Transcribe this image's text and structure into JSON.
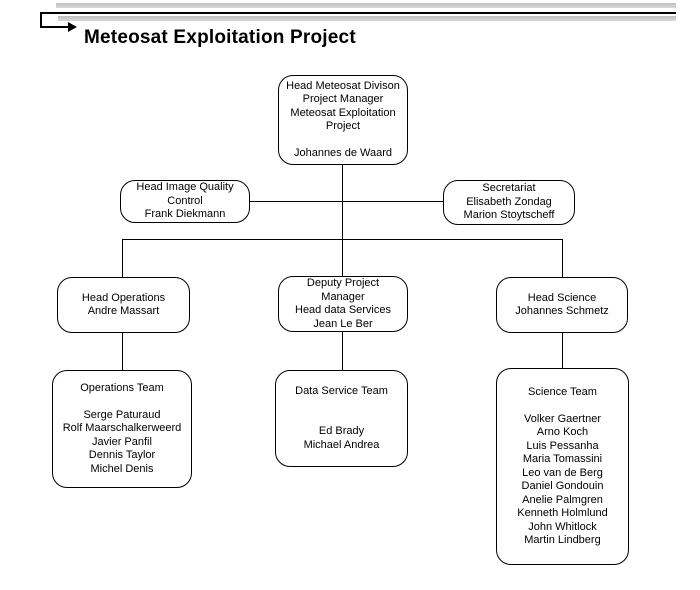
{
  "page": {
    "title": "Meteosat Exploitation Project",
    "colors": {
      "background": "#ffffff",
      "line": "#000000",
      "top_rule_gray": "#c6c6c6"
    },
    "decorations": {
      "return_arrow_icon": "return-arrow"
    }
  },
  "org_chart": {
    "nodes": {
      "project_manager": {
        "lines": [
          "Head Meteosat Divison",
          "Project Manager",
          "Meteosat Exploitation",
          "Project",
          "",
          "Johannes de Waard"
        ]
      },
      "image_quality": {
        "lines": [
          "Head Image Quality",
          "Control",
          "Frank Diekmann"
        ]
      },
      "secretariat": {
        "lines": [
          "Secretariat",
          "Elisabeth Zondag",
          "Marion Stoytscheff"
        ]
      },
      "head_operations": {
        "lines": [
          "Head Operations",
          "Andre Massart"
        ]
      },
      "deputy_manager": {
        "lines": [
          "Deputy Project",
          "Manager",
          "Head data Services",
          "Jean Le Ber"
        ]
      },
      "head_science": {
        "lines": [
          "Head Science",
          "Johannes Schmetz"
        ]
      },
      "operations_team": {
        "lines": [
          "Operations Team",
          "",
          "Serge Paturaud",
          "Rolf Maarschalkerweerd",
          "Javier Panfil",
          "Dennis Taylor",
          "Michel Denis"
        ]
      },
      "data_service_team": {
        "lines": [
          "Data Service Team",
          "",
          "",
          "Ed Brady",
          "Michael Andrea"
        ]
      },
      "science_team": {
        "lines": [
          "Science Team",
          "",
          "Volker Gaertner",
          "Arno Koch",
          "Luis Pessanha",
          "Maria Tomassini",
          "Leo van de Berg",
          "Daniel Gondouin",
          "Anelie Palmgren",
          "Kenneth Holmlund",
          "John Whitlock",
          "Martin Lindberg"
        ]
      }
    }
  }
}
